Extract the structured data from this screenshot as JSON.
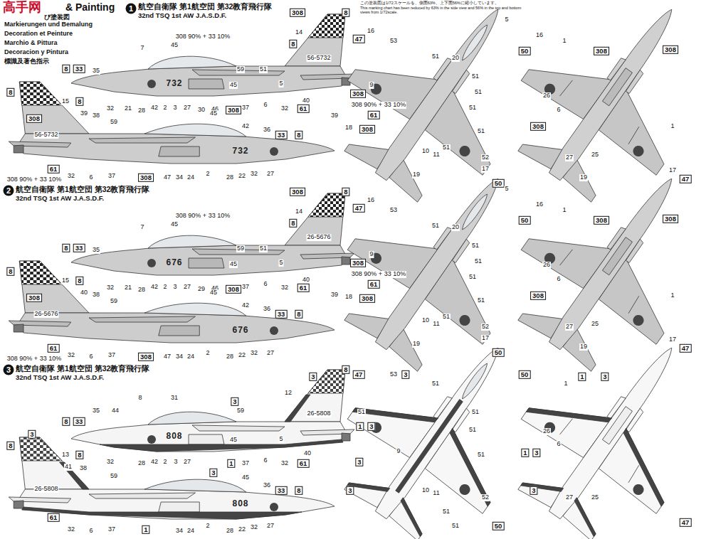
{
  "diagram": {
    "title": "& Painting",
    "labels": [
      "高手网",
      "び塗装図",
      "Markierungen und Bemalung",
      "Decoration et Peinture",
      "Marchio & Pittura",
      "Decoracion y Pintura",
      "標識及著色指示",
      "1",
      "航空自衛隊 第1航空団 第32教育飛行隊",
      "32nd TSQ 1st AW J.A.S.D.F.",
      "この塗装図は1/72スケールを、側面63%、上下面56%に縮小しています。",
      "This marking chart has been reduced by 63% in the side view and 56% in the top and bottom views from 1/72scale.",
      "308",
      "8",
      "308 90% + 33 10%",
      "14",
      "8",
      "7",
      "45",
      "56-5732",
      "59",
      "51",
      "8",
      "33",
      "35",
      "732",
      "45",
      "5",
      "40",
      "39",
      "32",
      "21",
      "28",
      "42",
      "2",
      "3",
      "27",
      "30",
      "46",
      "308",
      "37",
      "6",
      "32",
      "61",
      "8",
      "308",
      "15",
      "8",
      "39",
      "38",
      "56-5732",
      "59",
      "45",
      "42",
      "36",
      "33",
      "8",
      "732",
      "61",
      "308 90% + 33 10%",
      "32",
      "6",
      "37",
      "308",
      "47",
      "34",
      "24",
      "2",
      "28",
      "22",
      "32",
      "27",
      "2",
      "航空自衛隊 第1航空団 第32教育飛行隊",
      "32nd TSQ 1st AW J.A.S.D.F.",
      "308",
      "8",
      "308 90% + 33 10%",
      "14",
      "8",
      "7",
      "45",
      "26-5676",
      "59",
      "51",
      "8",
      "33",
      "35",
      "676",
      "45",
      "5",
      "40",
      "39",
      "32",
      "21",
      "28",
      "42",
      "2",
      "3",
      "27",
      "29",
      "46",
      "308",
      "37",
      "6",
      "32",
      "61",
      "8",
      "308",
      "15",
      "8",
      "40",
      "38",
      "26-5676",
      "59",
      "45",
      "42",
      "36",
      "33",
      "8",
      "676",
      "61",
      "308 90% + 33 10%",
      "32",
      "6",
      "37",
      "308",
      "47",
      "34",
      "24",
      "2",
      "28",
      "22",
      "32",
      "27",
      "3",
      "航空自衛隊 第1航空団 第32教育飛行隊",
      "32nd TSQ 1st AW J.A.S.D.F.",
      "3",
      "8",
      "12",
      "8",
      "31",
      "3",
      "26-5808",
      "59",
      "35",
      "44",
      "8",
      "33",
      "808",
      "45",
      "5",
      "40",
      "32",
      "28",
      "42",
      "2",
      "3",
      "27",
      "1",
      "37",
      "6",
      "32",
      "61",
      "3",
      "8",
      "13",
      "8",
      "41",
      "38",
      "26-5808",
      "59",
      "3",
      "45",
      "36",
      "33",
      "8",
      "808",
      "61",
      "32",
      "6",
      "37",
      "1",
      "34",
      "24",
      "2",
      "28",
      "22",
      "32",
      "27",
      "47",
      "16",
      "53",
      "5",
      "51",
      "20",
      "51",
      "308",
      "9",
      "308 90% + 33 10%",
      "61",
      "18",
      "308",
      "51",
      "51",
      "51",
      "51",
      "10",
      "11",
      "52",
      "17",
      "50",
      "19",
      "16",
      "1",
      "50",
      "308",
      "308",
      "26",
      "6",
      "308",
      "27",
      "25",
      "1",
      "17",
      "47",
      "19",
      "47",
      "16",
      "53",
      "5",
      "51",
      "20",
      "51",
      "308",
      "9",
      "308 90% + 33 10%",
      "61",
      "18",
      "308",
      "51",
      "51",
      "51",
      "51",
      "10",
      "11",
      "52",
      "17",
      "50",
      "19",
      "16",
      "1",
      "50",
      "308",
      "308",
      "26",
      "6",
      "308",
      "27",
      "25",
      "1",
      "17",
      "47",
      "19",
      "47",
      "53",
      "3",
      "51",
      "51",
      "1",
      "3",
      "9",
      "3",
      "51",
      "51",
      "51",
      "10",
      "11",
      "51",
      "52",
      "51",
      "50",
      "3",
      "50",
      "1",
      "26",
      "1",
      "3",
      "6",
      "1",
      "3",
      "3",
      "27",
      "25",
      "47"
    ]
  }
}
